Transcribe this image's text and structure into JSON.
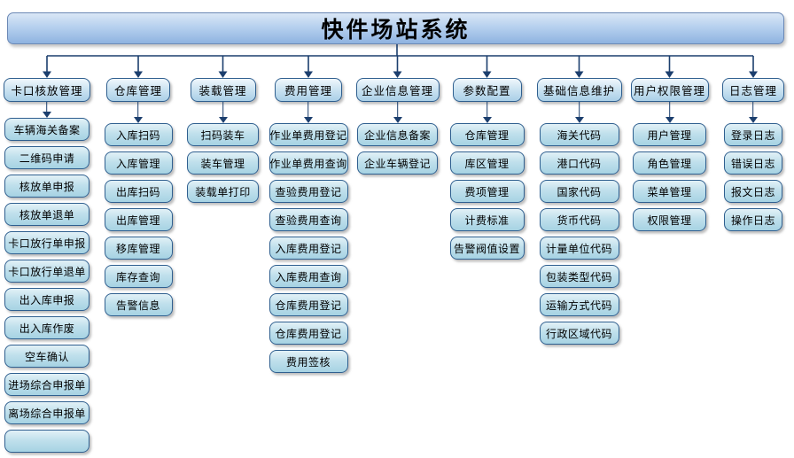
{
  "title": "快件场站系统",
  "columns": [
    {
      "header": "卡口核放管理",
      "items": [
        "车辆海关备案",
        "二维码申请",
        "核放单申报",
        "核放单退单",
        "卡口放行单申报",
        "卡口放行单退单",
        "出入库申报",
        "出入库作废",
        "空车确认",
        "进场综合申报单",
        "离场综合申报单"
      ],
      "has_partial_item": true
    },
    {
      "header": "仓库管理",
      "items": [
        "入库扫码",
        "入库管理",
        "出库扫码",
        "出库管理",
        "移库管理",
        "库存查询",
        "告警信息"
      ]
    },
    {
      "header": "装载管理",
      "items": [
        "扫码装车",
        "装车管理",
        "装载单打印"
      ]
    },
    {
      "header": "费用管理",
      "items": [
        "作业单费用登记",
        "作业单费用查询",
        "查验费用登记",
        "查验费用查询",
        "入库费用登记",
        "入库费用查询",
        "仓库费用登记",
        "仓库费用登记",
        "费用签核"
      ]
    },
    {
      "header": "企业信息管理",
      "items": [
        "企业信息备案",
        "企业车辆登记"
      ]
    },
    {
      "header": "参数配置",
      "items": [
        "仓库管理",
        "库区管理",
        "费项管理",
        "计费标准",
        "告警阀值设置"
      ]
    },
    {
      "header": "基础信息维护",
      "items": [
        "海关代码",
        "港口代码",
        "国家代码",
        "货币代码",
        "计量单位代码",
        "包装类型代码",
        "运输方式代码",
        "行政区域代码"
      ]
    },
    {
      "header": "用户权限管理",
      "items": [
        "用户管理",
        "角色管理",
        "菜单管理",
        "权限管理"
      ]
    },
    {
      "header": "日志管理",
      "items": [
        "登录日志",
        "错误日志",
        "报文日志",
        "操作日志"
      ]
    }
  ],
  "colors": {
    "connector": "#1c3f6e",
    "node_border": "#2f5f8f",
    "title_fill_top": "#dae7f6",
    "title_fill_bottom": "#8fb3e0",
    "node_fill_top": "#e2f1f7",
    "node_fill_bottom": "#a6d3e3"
  }
}
